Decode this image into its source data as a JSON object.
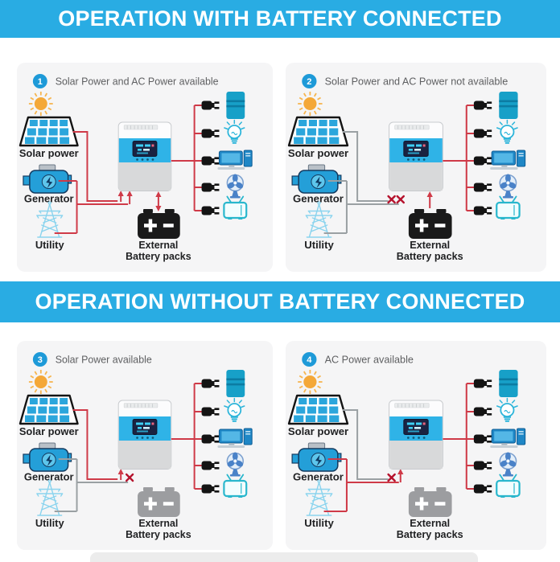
{
  "banners": {
    "with_battery": "OPERATION WITH BATTERY CONNECTED",
    "without_battery": "OPERATION WITHOUT BATTERY CONNECTED"
  },
  "labels": {
    "solar": "Solar power",
    "generator": "Generator",
    "utility": "Utility",
    "battery_line1": "External",
    "battery_line2": "Battery packs"
  },
  "panels": [
    {
      "number": "1",
      "title": "Solar Power and AC Power available",
      "solar": "available",
      "ac": "available",
      "battery": "bidirectional"
    },
    {
      "number": "2",
      "title": "Solar Power and AC Power not available",
      "solar": "unavailable",
      "ac": "unavailable",
      "battery": "discharge"
    },
    {
      "number": "3",
      "title": "Solar Power available",
      "solar": "available",
      "ac": "unavailable",
      "battery": "disconnected"
    },
    {
      "number": "4",
      "title": "AC Power available",
      "solar": "unavailable",
      "ac": "available",
      "battery": "disconnected"
    }
  ],
  "colors": {
    "banner": "#29ace3",
    "active_line": "#cf3a48",
    "inactive_line": "#9aa0a3",
    "cross_mark": "#b5122d",
    "badge": "#1e9ad8",
    "panel_background": "#f5f5f6"
  }
}
